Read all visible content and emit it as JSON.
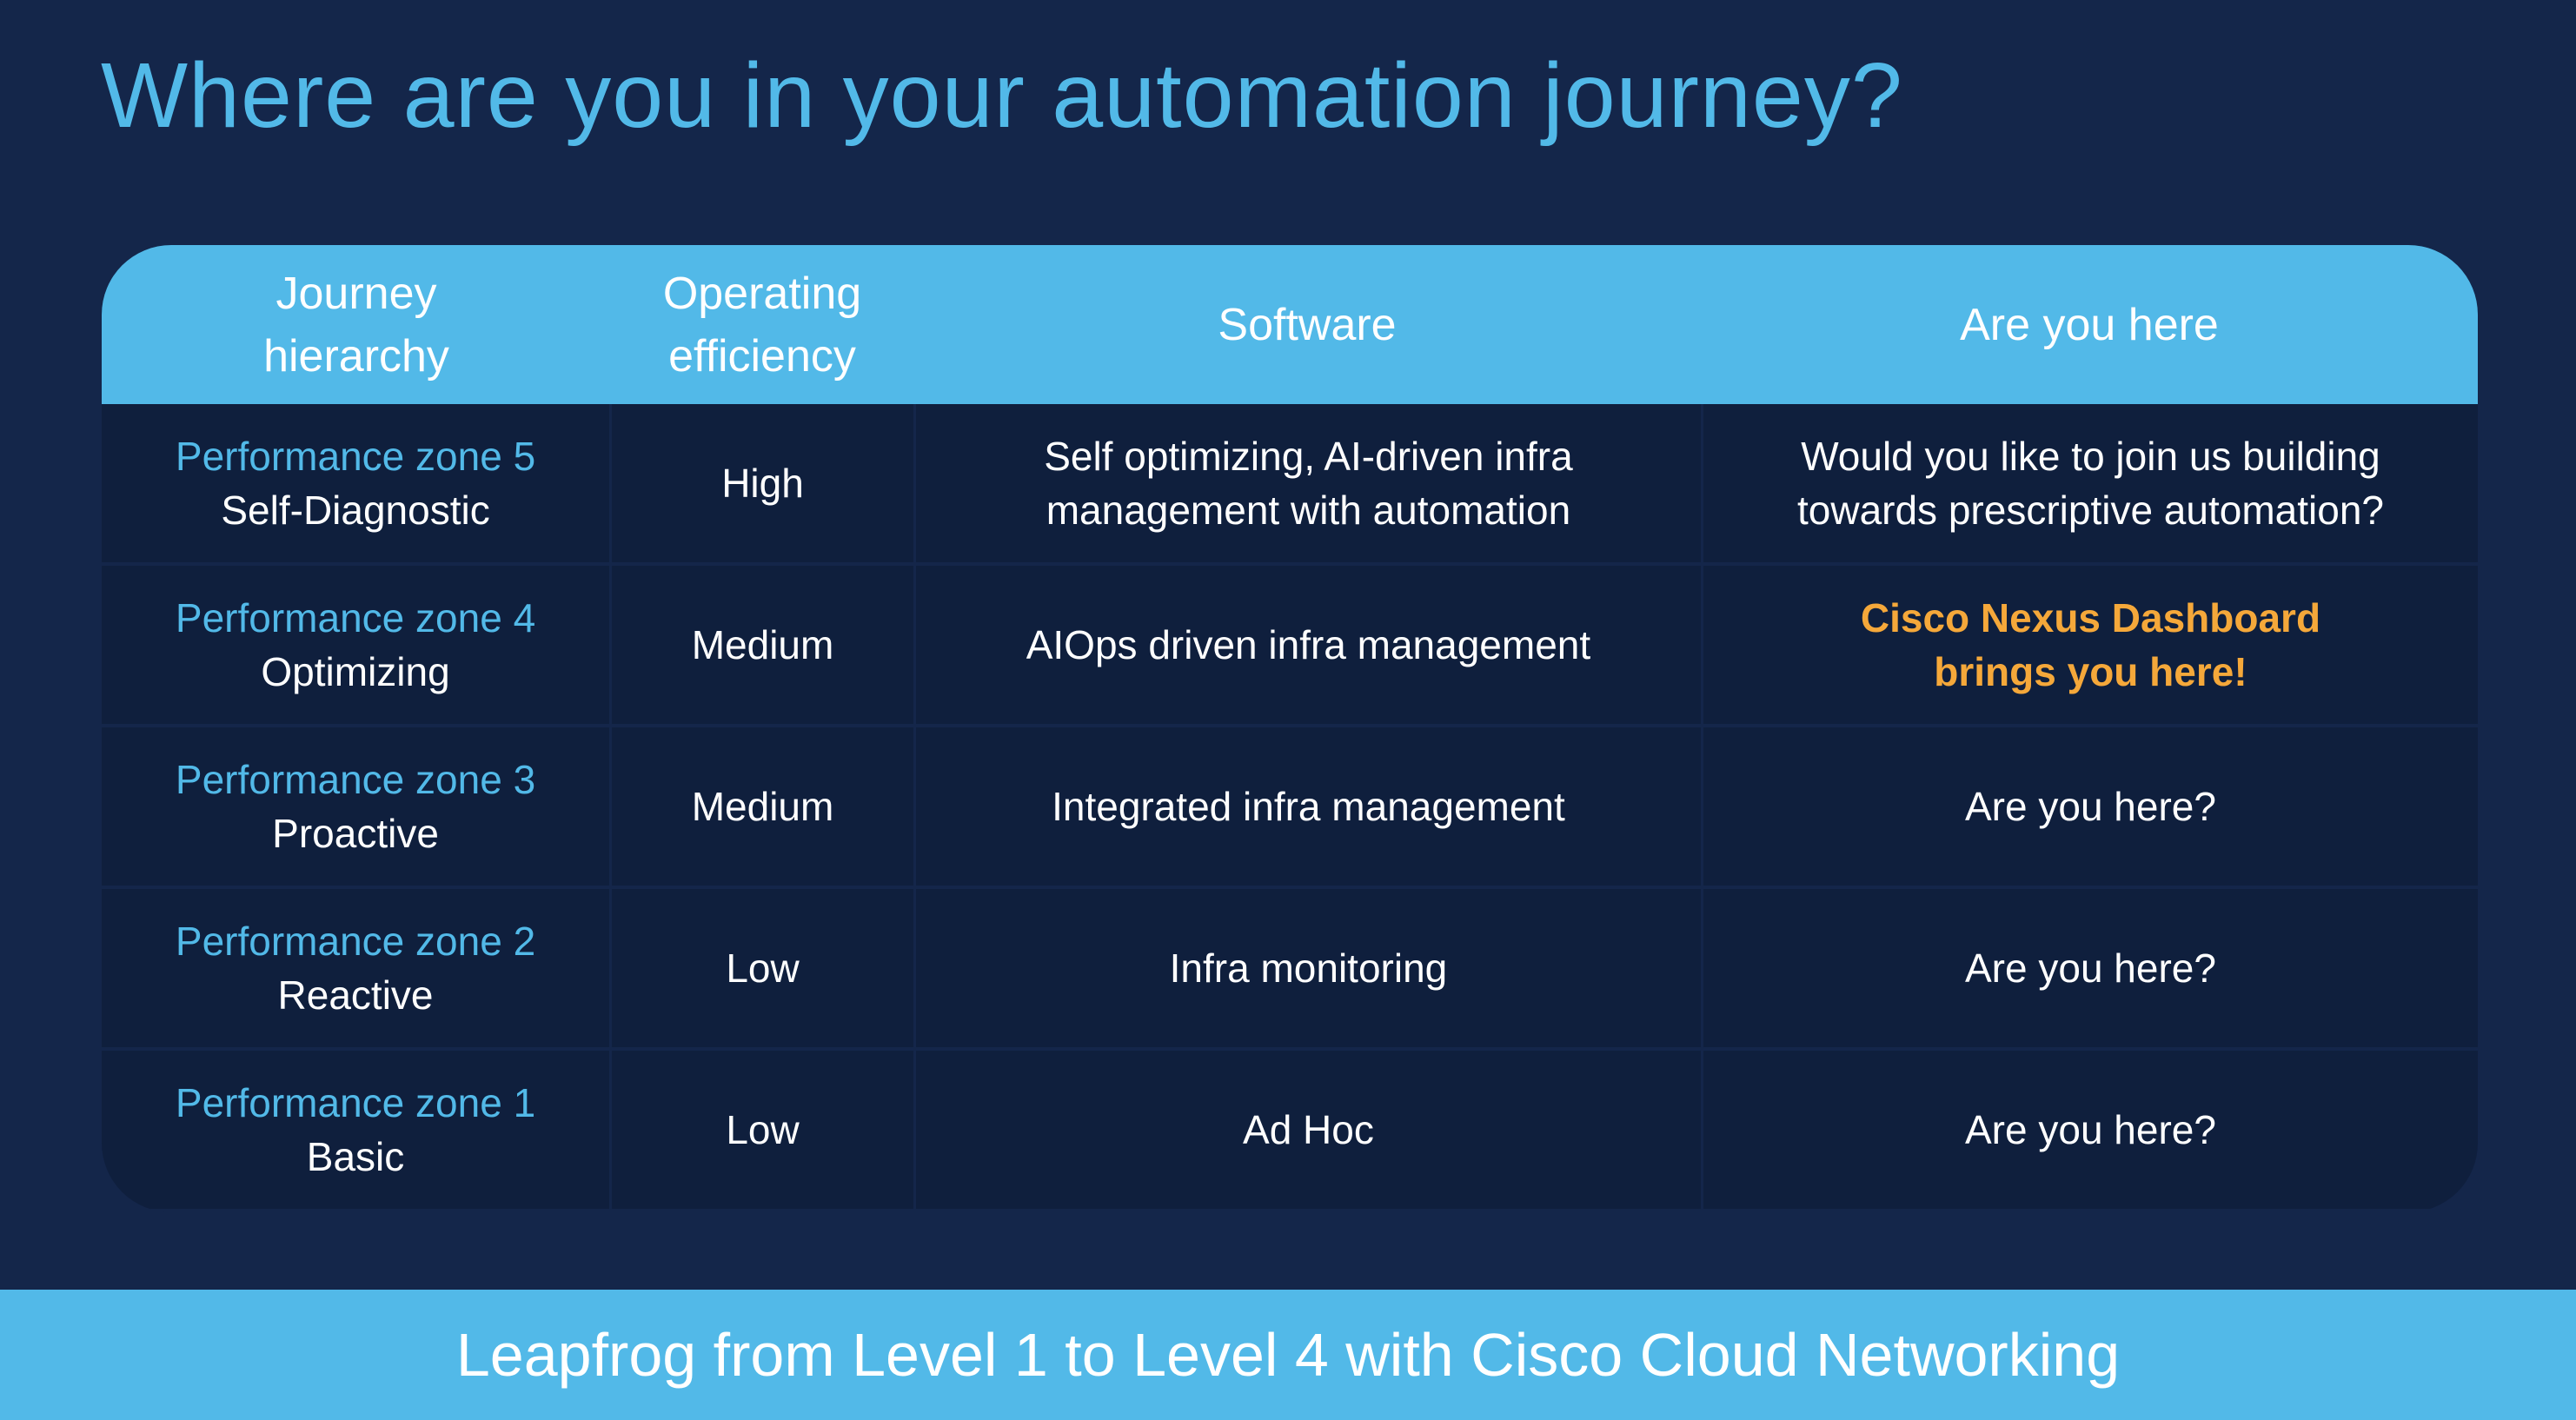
{
  "title": "Where are you in your automation journey?",
  "headers": [
    "Journey hierarchy",
    "Operating efficiency",
    "Software",
    "Are you here"
  ],
  "header_lines": [
    [
      "Journey",
      "hierarchy"
    ],
    [
      "Operating",
      "efficiency"
    ]
  ],
  "rows": [
    {
      "zone": "Performance zone 5",
      "stage": "Self-Diagnostic",
      "efficiency": "High",
      "software": [
        "Self optimizing, AI-driven infra",
        "management with automation"
      ],
      "here": [
        "Would you like to join us building",
        "towards prescriptive automation?"
      ]
    },
    {
      "zone": "Performance zone 4",
      "stage": "Optimizing",
      "efficiency": "Medium",
      "software": [
        "AIOps driven infra management"
      ],
      "here": [
        "Cisco Nexus Dashboard",
        "brings you here!"
      ]
    },
    {
      "zone": "Performance zone 3",
      "stage": "Proactive",
      "efficiency": "Medium",
      "software": [
        "Integrated infra management"
      ],
      "here": [
        "Are you here?"
      ]
    },
    {
      "zone": "Performance zone 2",
      "stage": "Reactive",
      "efficiency": "Low",
      "software": [
        "Infra monitoring"
      ],
      "here": [
        "Are you here?"
      ]
    },
    {
      "zone": "Performance zone 1",
      "stage": "Basic",
      "efficiency": "Low",
      "software": [
        "Ad Hoc"
      ],
      "here": [
        "Are you here?"
      ]
    }
  ],
  "footer": "Leapfrog from Level 1 to Level 4 with Cisco Cloud Networking",
  "colors": {
    "accent": "#52b9e8",
    "highlight": "#f5a83a",
    "background": "#14264a"
  }
}
